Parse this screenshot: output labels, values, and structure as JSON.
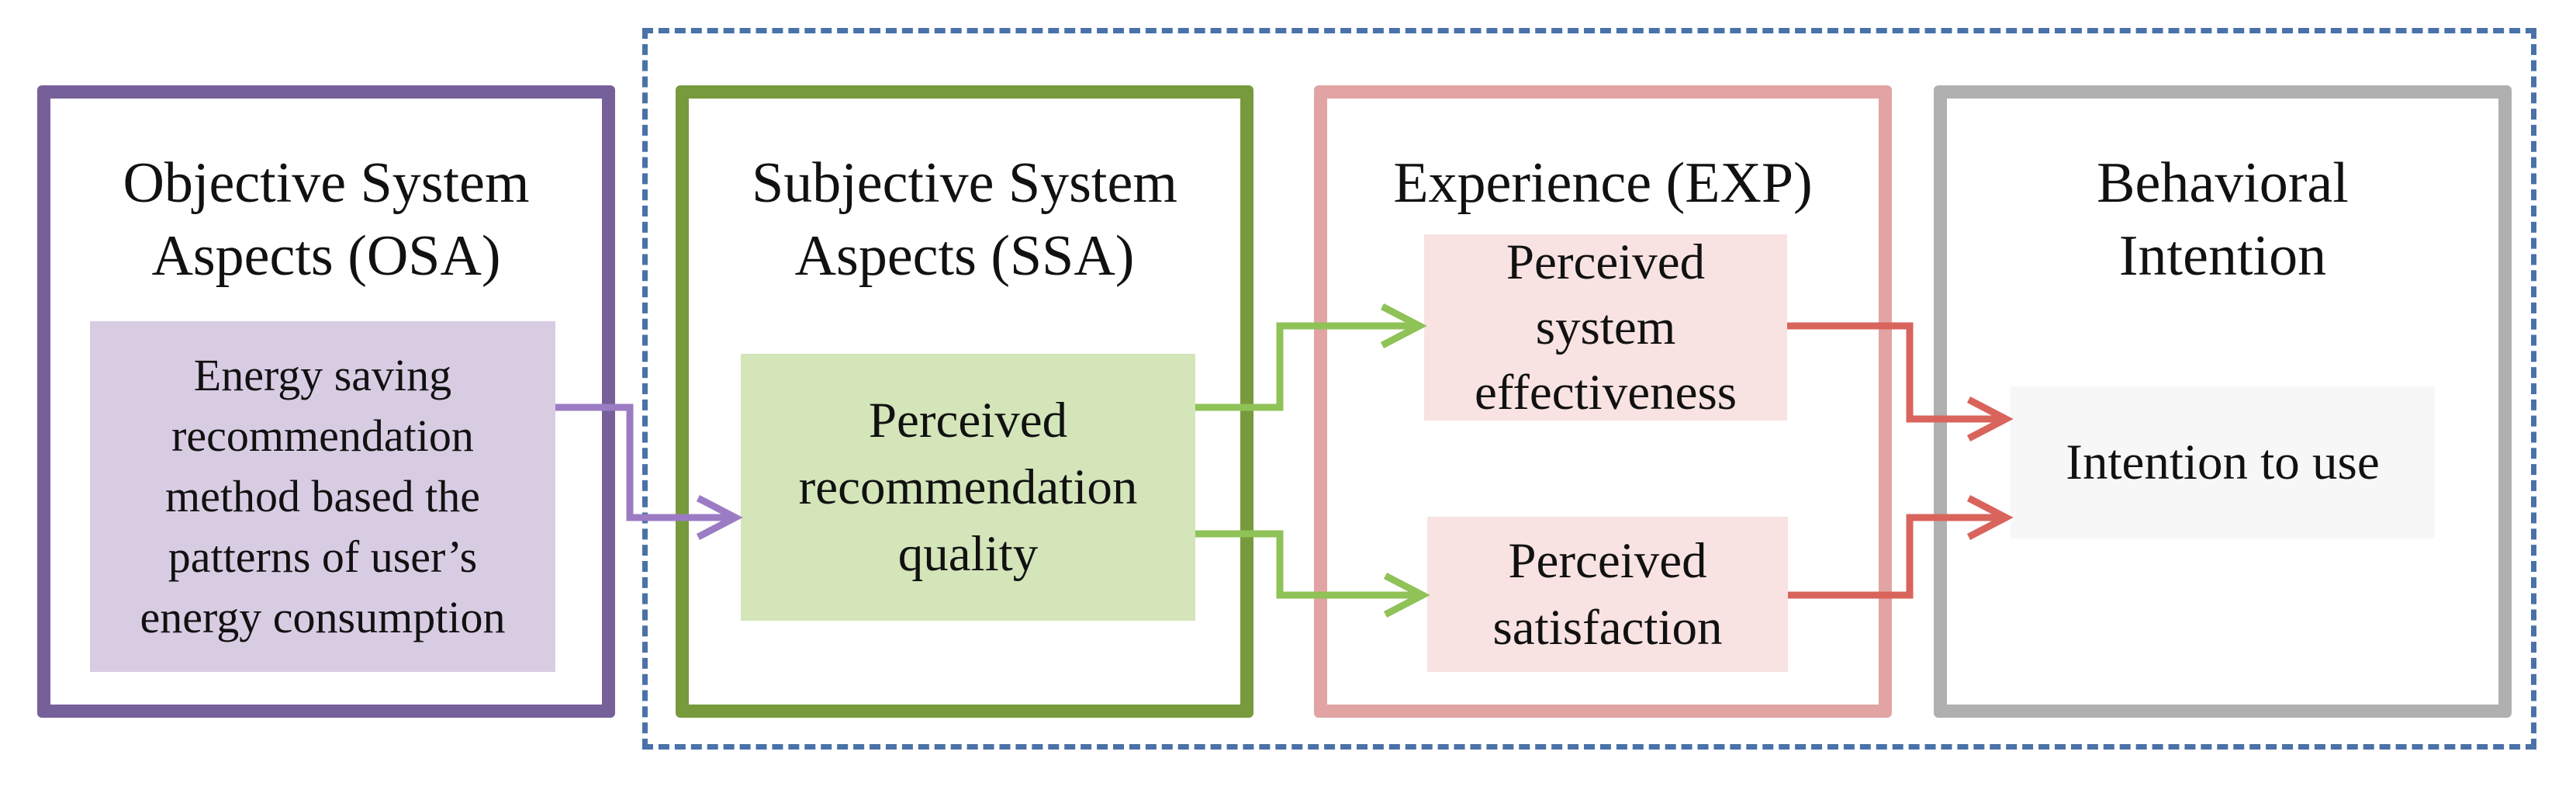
{
  "diagram": {
    "panels": [
      {
        "id": "osa",
        "title_line1": "Objective System",
        "title_line2": "Aspects (OSA)",
        "color": "#76609a"
      },
      {
        "id": "ssa",
        "title_line1": "Subjective System",
        "title_line2": "Aspects (SSA)",
        "color": "#779a3d"
      },
      {
        "id": "exp",
        "title_line1": "Experience (EXP)",
        "title_line2": "",
        "color": "#e2a4a2"
      },
      {
        "id": "bi",
        "title_line1": "Behavioral",
        "title_line2": "Intention",
        "color": "#b0b0b0"
      }
    ],
    "boxes": {
      "osa": [
        "Energy saving",
        "recommendation",
        "method based the",
        "patterns of user’s",
        "energy consumption"
      ],
      "ssa": [
        "Perceived",
        "recommendation",
        "quality"
      ],
      "effectiveness": [
        "Perceived",
        "system",
        "effectiveness"
      ],
      "satisfaction": [
        "Perceived",
        "satisfaction"
      ],
      "intention": [
        "Intention to use"
      ]
    },
    "colors": {
      "dashed_frame": "#4a72a8",
      "arrow_osa": "#9b7cc4",
      "arrow_ssa": "#8fc257",
      "arrow_exp": "#d9645c"
    }
  }
}
